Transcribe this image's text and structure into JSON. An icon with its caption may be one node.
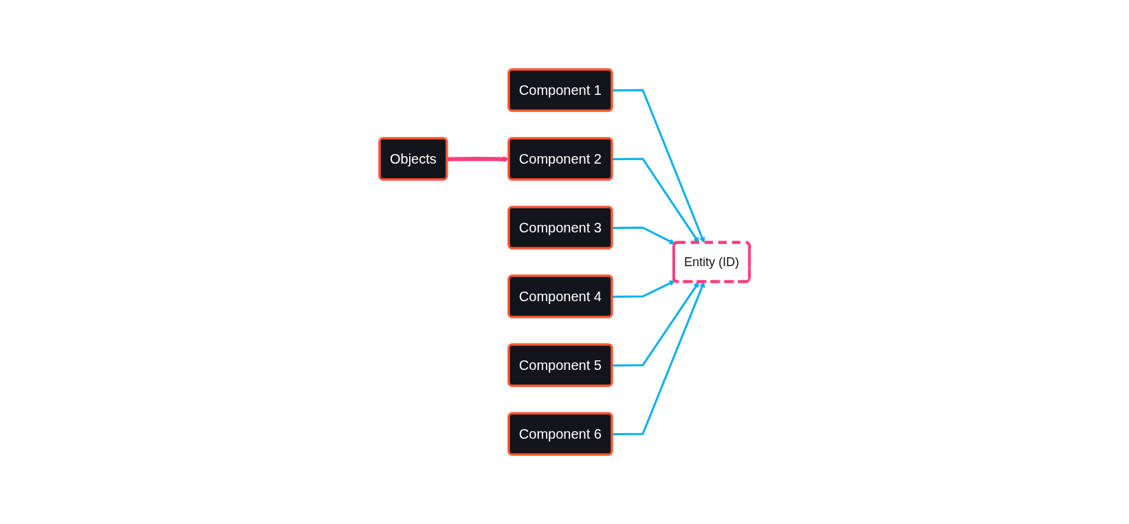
{
  "diagram": {
    "nodes": [
      {
        "text": [
          "Objects"
        ]
      },
      {
        "text": [
          "Entity (ID)"
        ]
      },
      {
        "text": [
          "Component 1"
        ]
      },
      {
        "text": [
          "Component 2"
        ]
      },
      {
        "text": [
          "Component 3"
        ]
      },
      {
        "text": [
          "Component 4"
        ]
      },
      {
        "text": [
          "Component 5"
        ]
      },
      {
        "text": [
          "Component 6"
        ]
      }
    ],
    "edges": [
      {
        "from": 0,
        "to": 3,
        "arrow": "to",
        "style": "thick",
        "color": "#ff3d7f"
      },
      {
        "from": 2,
        "to": 1,
        "arrow": "to"
      },
      {
        "from": 3,
        "to": 1,
        "arrow": "to"
      },
      {
        "from": 4,
        "to": 1,
        "arrow": "to"
      },
      {
        "from": 5,
        "to": 1,
        "arrow": "to"
      },
      {
        "from": 6,
        "to": 1,
        "arrow": "to"
      },
      {
        "from": 7,
        "to": 1,
        "arrow": "to"
      }
    ]
  }
}
